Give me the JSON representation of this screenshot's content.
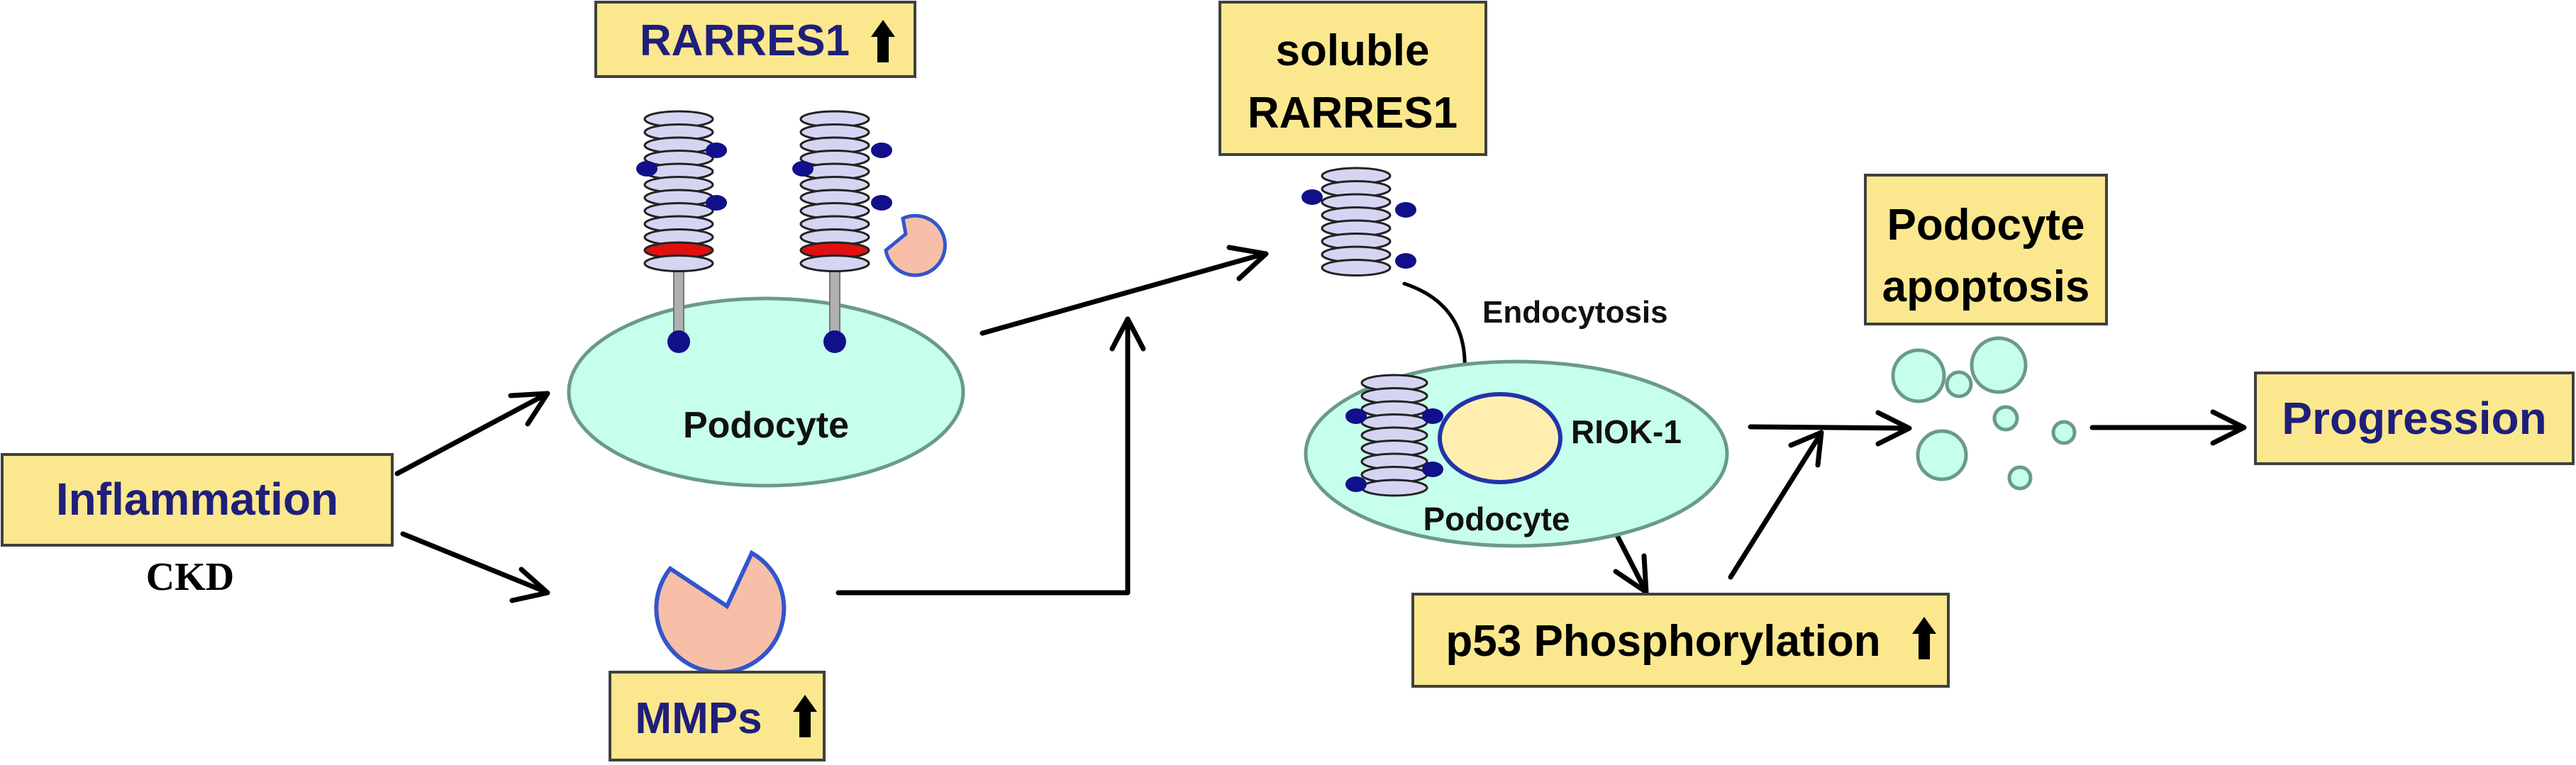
{
  "colors": {
    "box_fill": "#fbe88e",
    "box_stroke": "#404040",
    "navy_text": "#1f1f7a",
    "cell_fill": "#c6ffec",
    "cell_stroke": "#6a9a8a",
    "disc_fill": "#d5d5f3",
    "red_disc": "#e01010",
    "dot": "#10108a",
    "mmp_fill": "#f7bfa8",
    "mmp_stroke": "#3355cc",
    "nucleus_fill": "#ffeeb0",
    "nucleus_stroke": "#2233aa",
    "stalk": "#b0b0b0"
  },
  "boxes": {
    "inflammation": "Inflammation",
    "rarres1_up": "RARRES1",
    "mmps_up": "MMPs",
    "soluble_line1": "soluble",
    "soluble_line2": "RARRES1",
    "apoptosis_line1": "Podocyte",
    "apoptosis_line2": "apoptosis",
    "p53": "p53 Phosphorylation",
    "progression": "Progression"
  },
  "labels": {
    "ckd": "CKD",
    "podocyte_left": "Podocyte",
    "podocyte_right": "Podocyte",
    "endocytosis": "Endocytosis",
    "riok1": "RIOK-1"
  },
  "icons": {
    "up_arrow": "up-arrow-icon",
    "mmp": "pacman-shape",
    "receptor": "stacked-disc-receptor",
    "arrow": "arrow-right"
  }
}
